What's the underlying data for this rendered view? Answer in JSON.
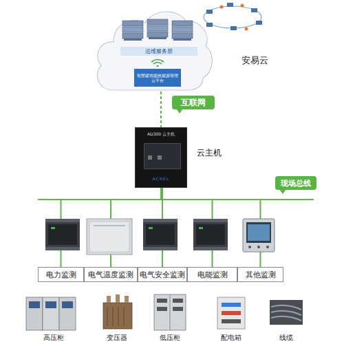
{
  "diagram": {
    "nodes": [
      {
        "text": [
          "安易云"
        ]
      },
      {
        "text": [
          "运维服务层"
        ],
        "in": 0
      },
      {
        "text": [
          "智慧建筑能效能源管理云平台"
        ],
        "in": 0
      },
      {
        "text": [
          "互联网"
        ]
      },
      {
        "text": [
          "AD300 云主机",
          "ACREL",
          "云主机"
        ]
      },
      {
        "text": [
          "现场总线"
        ]
      },
      {
        "text": [
          "电力监测"
        ]
      },
      {
        "text": [
          "电气温度监测"
        ]
      },
      {
        "text": [
          "电气安全监测"
        ]
      },
      {
        "text": [
          "电能监测"
        ]
      },
      {
        "text": [
          "其他监测"
        ]
      }
    ],
    "edges": [
      {
        "from": 0,
        "to": 4,
        "arrow": "none"
      },
      {
        "from": 4,
        "to": 6,
        "arrow": "none"
      },
      {
        "from": 4,
        "to": 7,
        "arrow": "none"
      },
      {
        "from": 4,
        "to": 8,
        "arrow": "none"
      },
      {
        "from": 4,
        "to": 9,
        "arrow": "none"
      },
      {
        "from": 4,
        "to": 10,
        "arrow": "none"
      }
    ],
    "labels": [
      "高压柜",
      "变压器",
      "低压柜",
      "配电箱",
      "线缆"
    ]
  }
}
